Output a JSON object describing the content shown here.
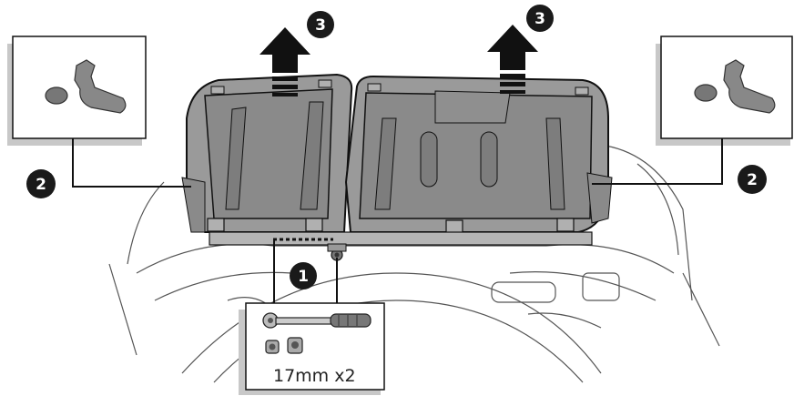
{
  "steps": {
    "one": "1",
    "two": "2",
    "three": "3"
  },
  "tool_caption": "17mm x2",
  "icons": [
    "up-arrow-icon",
    "ratchet-wrench-icon",
    "socket-icon",
    "clip-icon",
    "grommet-icon"
  ],
  "colors": {
    "badge": "#1a1a1a",
    "panel_fill": "#9a9a9a",
    "panel_shadow": "#c8c8c8",
    "line": "#111111"
  }
}
